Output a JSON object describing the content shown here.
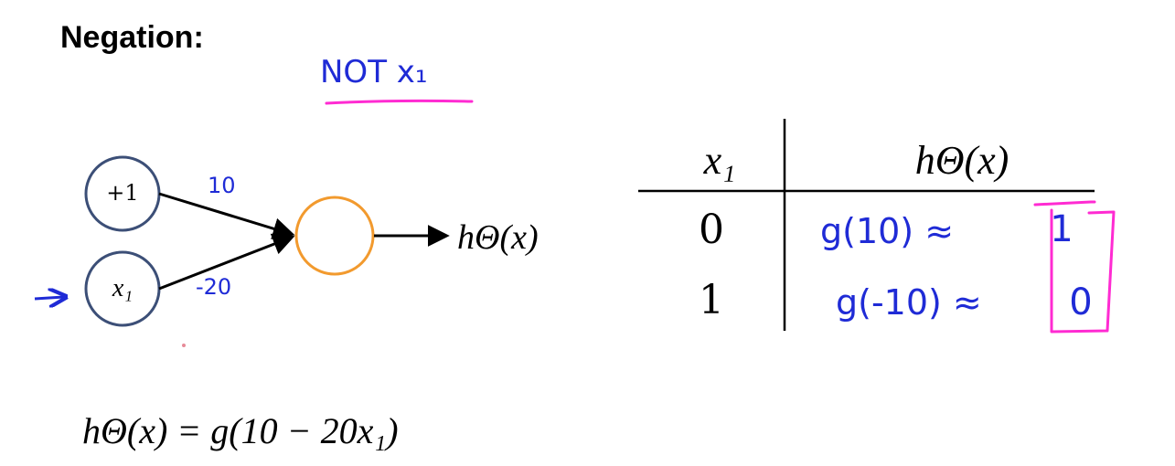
{
  "title": "Negation:",
  "annotation": {
    "text": "NOT x₁",
    "ink_color": "#1f2bd6",
    "underline_color": "#ff2bd2"
  },
  "network": {
    "bias_node_label": "+1",
    "input_node_label": "x₁",
    "weight_bias": "10",
    "weight_input": "-20",
    "output_label": "hΘ(x)",
    "input_node_color": "#3c4f77",
    "output_node_color": "#f29a2e"
  },
  "equation": "hΘ(x) = g(10 − 20x₁)",
  "truth_table": {
    "headers": [
      "x₁",
      "hΘ(x)"
    ],
    "rows": [
      {
        "x1": "0",
        "expr": "g(10) ≈",
        "result": "1"
      },
      {
        "x1": "1",
        "expr": "g(-10) ≈",
        "result": "0"
      }
    ]
  }
}
